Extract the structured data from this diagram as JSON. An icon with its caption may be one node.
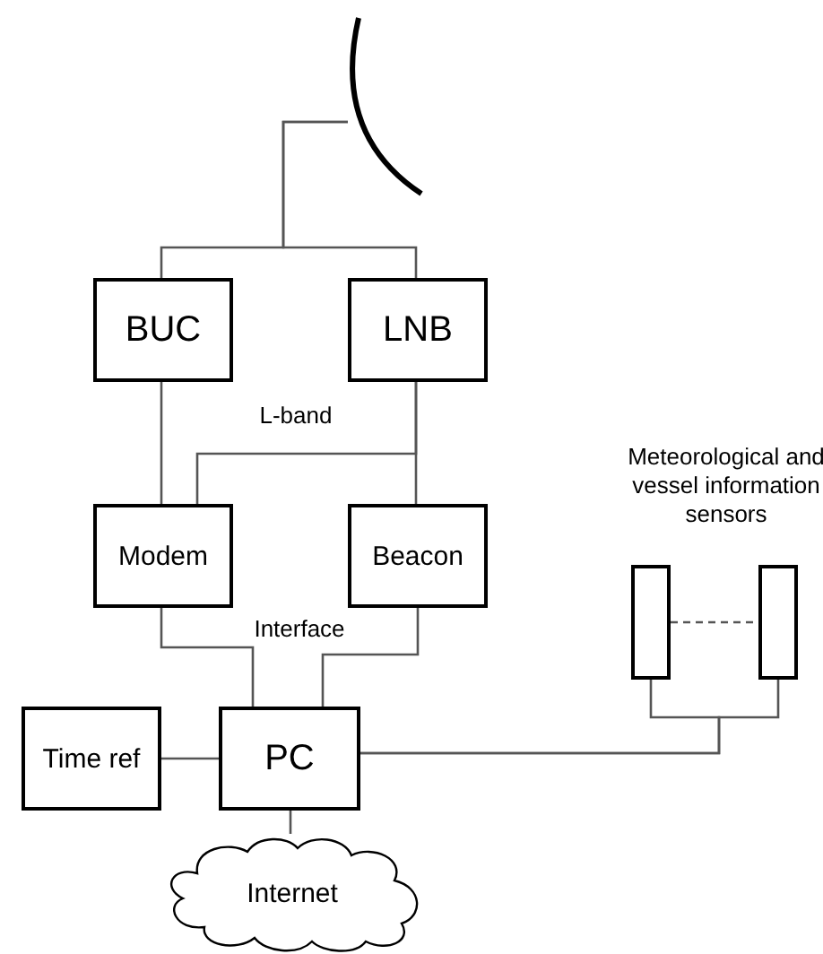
{
  "diagram": {
    "nodes": [
      {
        "text": [],
        "shape": "dish"
      },
      {
        "text": [
          "BUC"
        ]
      },
      {
        "text": [
          "LNB"
        ]
      },
      {
        "text": [
          "Modem"
        ]
      },
      {
        "text": [
          "Beacon"
        ]
      },
      {
        "text": [
          "Time ref"
        ]
      },
      {
        "text": [
          "PC"
        ]
      },
      {
        "text": [
          "Internet"
        ]
      },
      {
        "text": [],
        "shape": "bar"
      },
      {
        "text": [],
        "shape": "bar"
      }
    ],
    "edges": [
      {
        "from": 0,
        "to": 1,
        "arrow": "none"
      },
      {
        "from": 0,
        "to": 2,
        "arrow": "none"
      },
      {
        "from": 1,
        "to": 3,
        "arrow": "none"
      },
      {
        "from": 2,
        "to": 4,
        "arrow": "none"
      },
      {
        "from": 2,
        "to": 3,
        "arrow": "none"
      },
      {
        "from": 3,
        "to": 6,
        "arrow": "none"
      },
      {
        "from": 4,
        "to": 6,
        "arrow": "none"
      },
      {
        "from": 5,
        "to": 6,
        "arrow": "none"
      },
      {
        "from": 6,
        "to": 7,
        "arrow": "none"
      },
      {
        "from": 6,
        "to": 8,
        "arrow": "none"
      },
      {
        "from": 6,
        "to": 9,
        "arrow": "none"
      },
      {
        "from": 8,
        "to": 9,
        "arrow": "none",
        "style": "dashed"
      }
    ],
    "labels": [
      "L-band",
      "Interface",
      "Meteorological and vessel information sensors"
    ]
  }
}
